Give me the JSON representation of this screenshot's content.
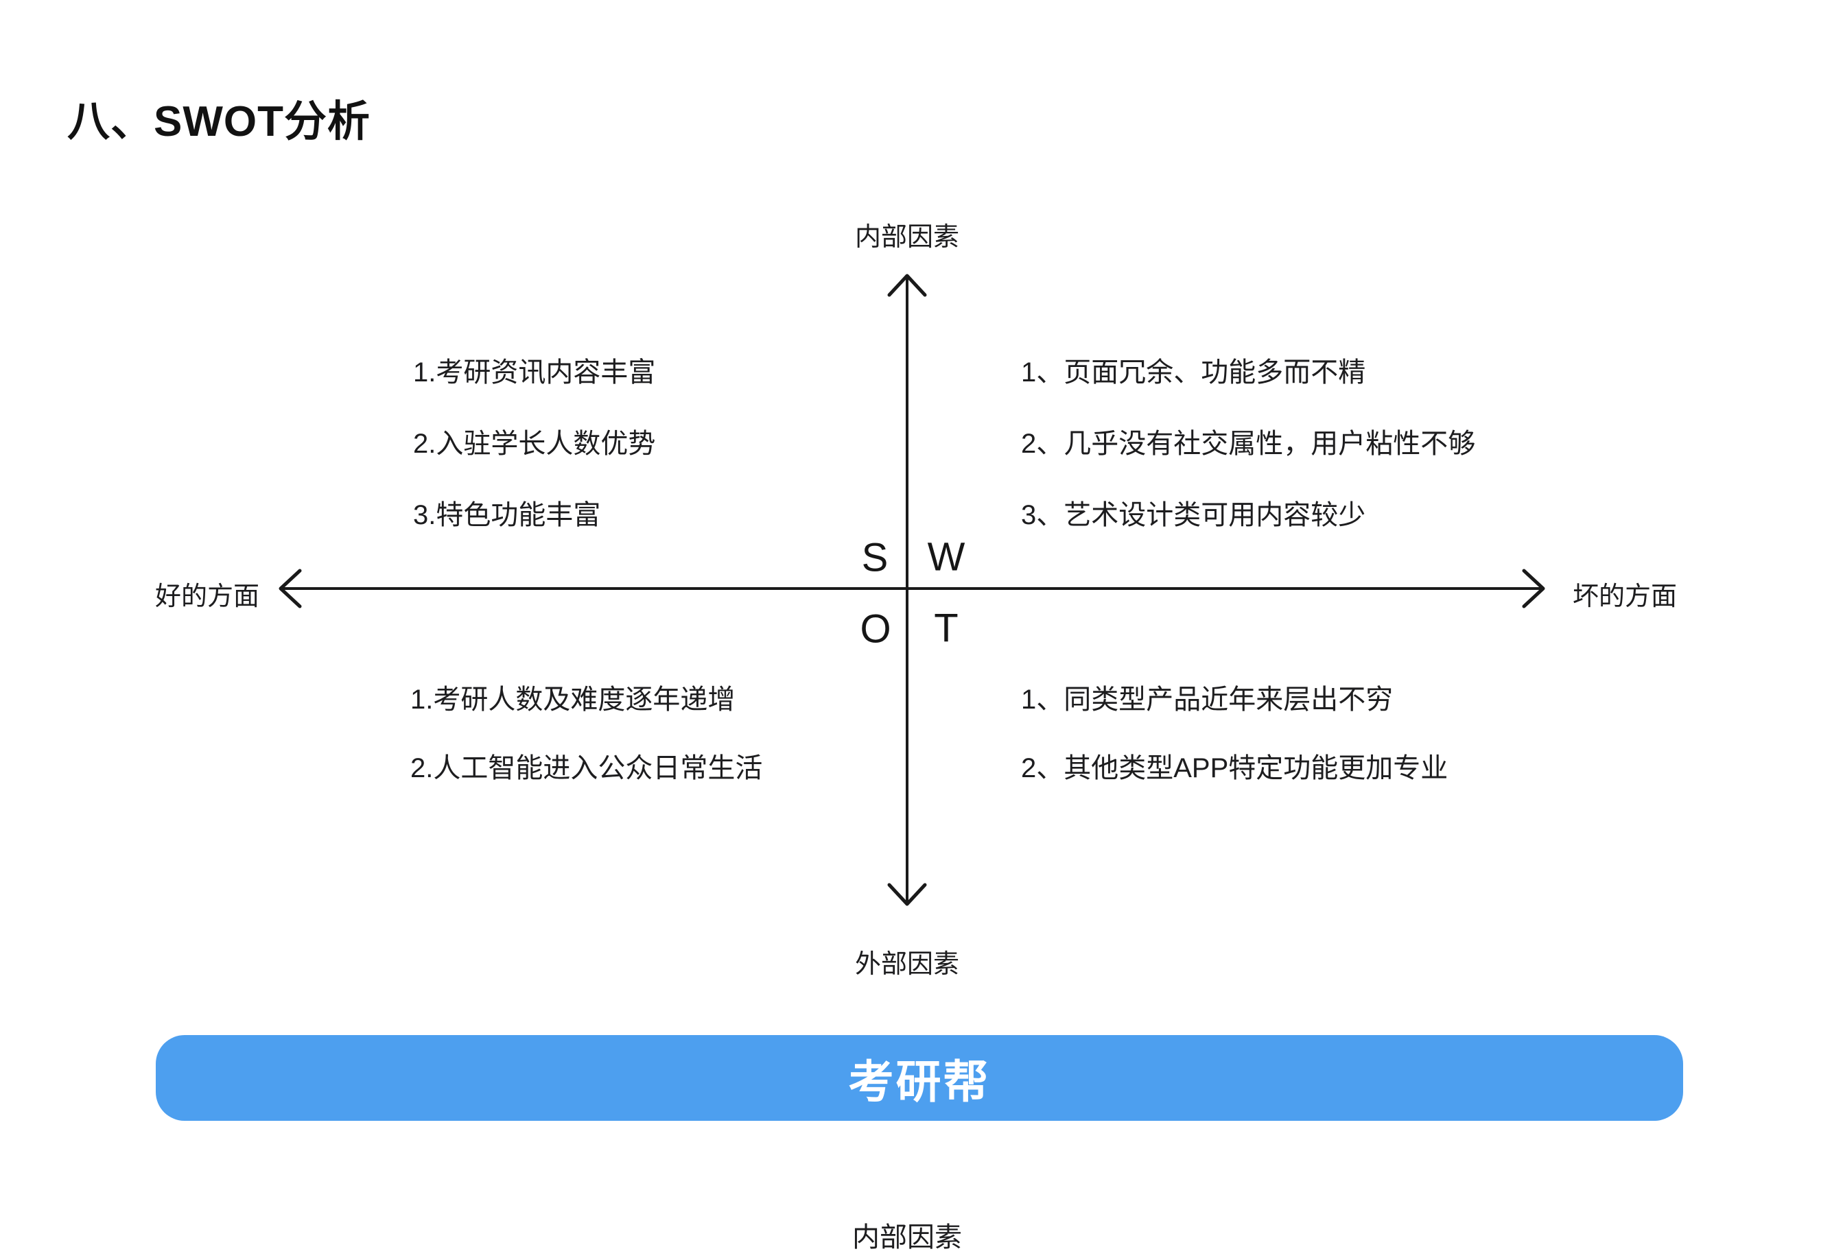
{
  "page": {
    "title": "八、SWOT分析"
  },
  "diagram": {
    "axis_labels": {
      "top": "内部因素",
      "bottom": "外部因素",
      "left": "好的方面",
      "right": "坏的方面"
    },
    "line_color": "#1a1a1a",
    "quadrants": {
      "strengths": {
        "letter": "S",
        "items": [
          "1.考研资讯内容丰富",
          "2.入驻学长人数优势",
          "3.特色功能丰富"
        ]
      },
      "weaknesses": {
        "letter": "W",
        "items": [
          "1、页面冗余、功能多而不精",
          "2、几乎没有社交属性，用户粘性不够",
          "3、艺术设计类可用内容较少"
        ]
      },
      "opportunities": {
        "letter": "O",
        "items": [
          "1.考研人数及难度逐年递增",
          "2.人工智能进入公众日常生活"
        ]
      },
      "threats": {
        "letter": "T",
        "items": [
          "1、同类型产品近年来层出不穷",
          "2、其他类型APP特定功能更加专业"
        ]
      }
    }
  },
  "banner": {
    "label": "考研帮",
    "color": "#4d9fef",
    "text_color": "#ffffff"
  },
  "footer": {
    "next_section_label": "内部因素"
  }
}
